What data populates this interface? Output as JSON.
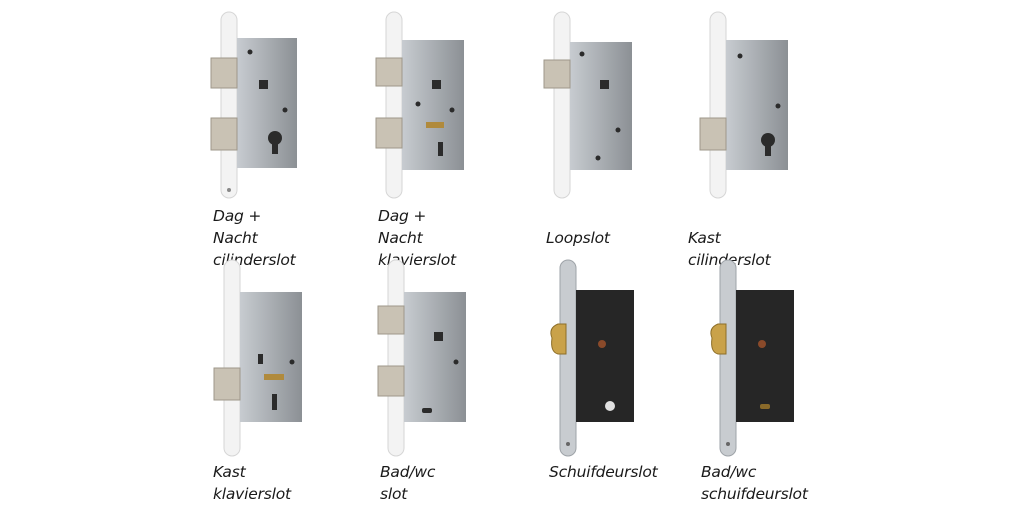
{
  "colors": {
    "background": "#ffffff",
    "faceplate_white": "#f3f3f3",
    "faceplate_steel": "#c8ccd0",
    "case_grey": "#a9b0b7",
    "case_black": "#262626",
    "bolt_nickel": "#c9c2b4",
    "thumbturn_brass": "#c9a24a",
    "caption_text": "#1a1a1a"
  },
  "products": [
    {
      "caption": "Dag + Nacht\ncilinderslot",
      "variant": "white-plate-grey-case",
      "bolts": 2,
      "keyhole": "cylinder",
      "icon": "cylinder-lock-icon"
    },
    {
      "caption": "Dag + Nacht\nklavierslot",
      "variant": "white-plate-grey-case",
      "bolts": 2,
      "keyhole": "lever",
      "icon": "lever-lock-icon"
    },
    {
      "caption": "Loopslot",
      "variant": "white-plate-grey-case",
      "bolts": 1,
      "keyhole": "none",
      "icon": "latch-lock-icon"
    },
    {
      "caption": "Kast cilinderslot",
      "variant": "white-plate-grey-case",
      "bolts": 1,
      "keyhole": "cylinder",
      "icon": "cabinet-cylinder-lock-icon"
    },
    {
      "caption": "Kast klavierslot",
      "variant": "white-plate-grey-case",
      "bolts": 1,
      "keyhole": "lever",
      "icon": "cabinet-lever-lock-icon"
    },
    {
      "caption": "Bad/wc slot",
      "variant": "white-plate-grey-case",
      "bolts": 2,
      "keyhole": "wc",
      "icon": "bathroom-lock-icon"
    },
    {
      "caption": "Schuifdeurslot",
      "variant": "steel-plate-black-case",
      "bolts": 1,
      "keyhole": "cylinder",
      "icon": "sliding-door-lock-icon"
    },
    {
      "caption": "Bad/wc\nschuifdeurslot",
      "variant": "steel-plate-black-case",
      "bolts": 1,
      "keyhole": "wc",
      "icon": "bathroom-sliding-lock-icon"
    }
  ]
}
